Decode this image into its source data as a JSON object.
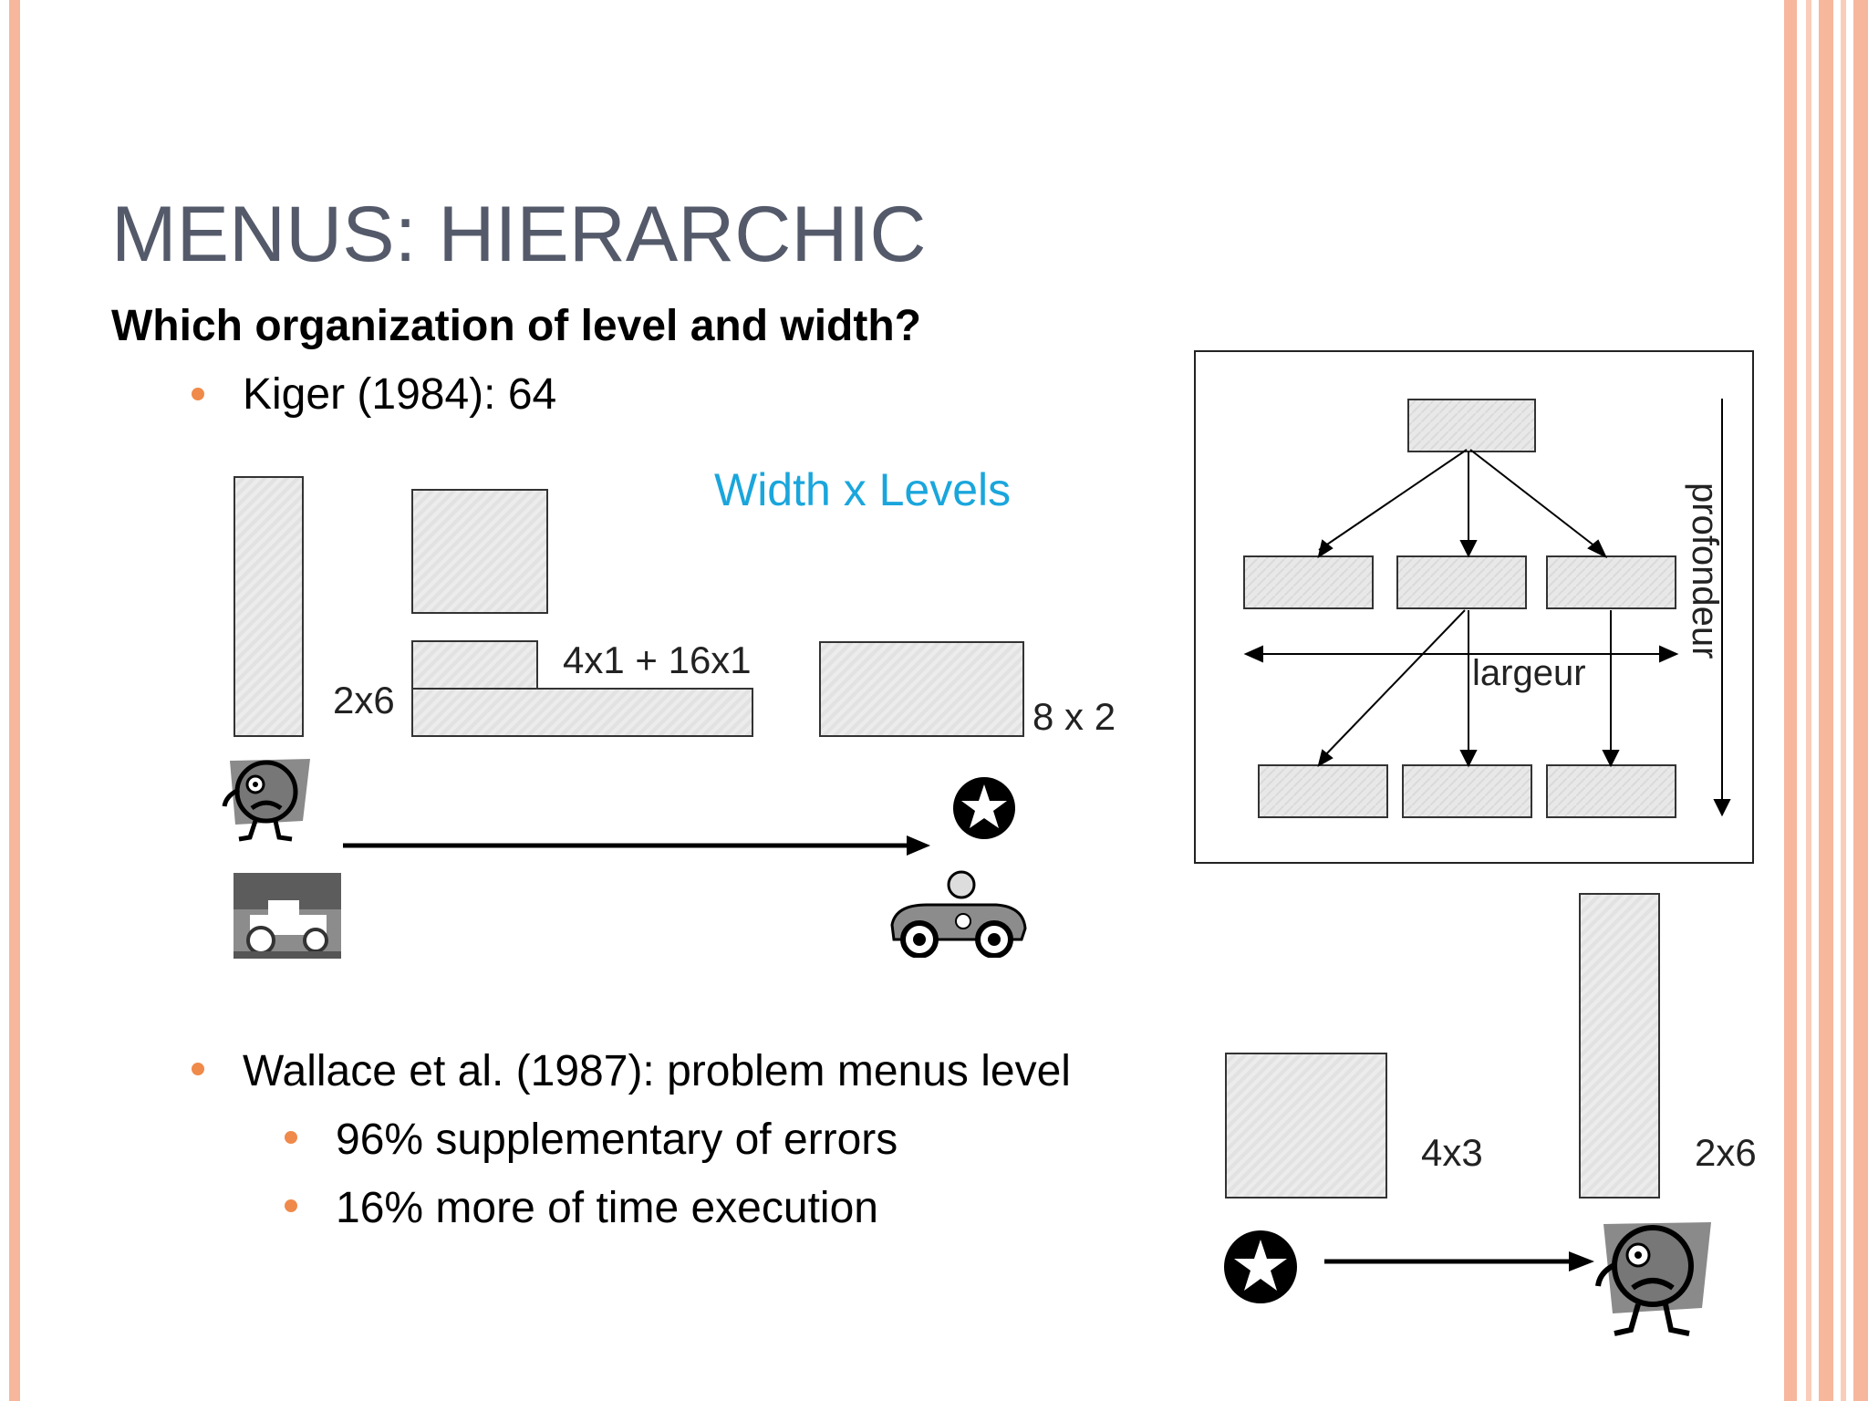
{
  "slide": {
    "title": "MENUS: HIERARCHIC",
    "subtitle": "Which organization of level and width?",
    "bullets": {
      "kiger": "Kiger (1984): 64",
      "wallace": "Wallace et al. (1987): problem menus level",
      "sub1": "96% supplementary of errors",
      "sub2": "16% more of time execution"
    },
    "colors": {
      "title": "#545a6a",
      "bullet": "#ef8a4a",
      "accent": "#1aa6dc",
      "border_strip": "#f4a988"
    }
  },
  "figure_left": {
    "heading": "Width x Levels",
    "labels": {
      "a": "2x6",
      "b": "4x1 + 16x1",
      "c": "8 x 2"
    },
    "icons": [
      "sad-face-icon",
      "arrow-right-icon",
      "star-icon",
      "tractor-icon",
      "race-car-icon"
    ]
  },
  "diagram": {
    "width_label": "largeur",
    "depth_label": "profondeur"
  },
  "figure_right": {
    "labels": {
      "a": "4x3",
      "b": "2x6"
    },
    "icons": [
      "star-icon",
      "arrow-right-icon",
      "sad-face-icon"
    ]
  }
}
